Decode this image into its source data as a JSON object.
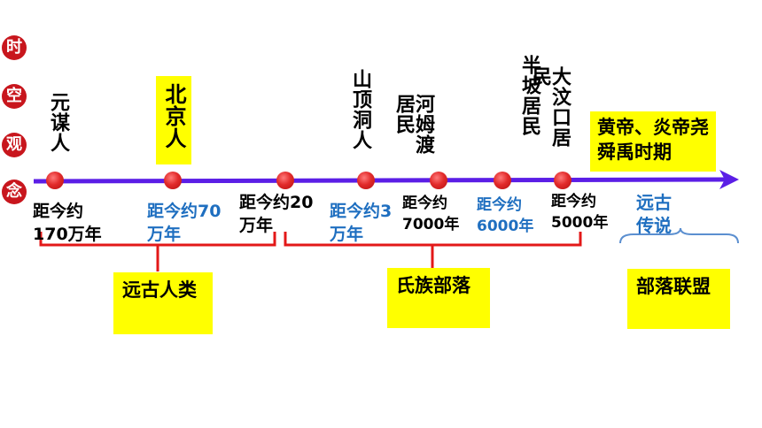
{
  "side_title": [
    "时",
    "空",
    "观",
    "念"
  ],
  "periods": {
    "yuanmou": "元谋人",
    "beijing": "北京人",
    "shanding": "山顶洞人",
    "hemudu": "河姆渡居民",
    "banpo": "半坡居民",
    "dawenkou": "大汶口居民"
  },
  "dates": {
    "d170": "距今约170万年",
    "d70": "距今约70万年",
    "d20": "距今约20万年",
    "d3": "距今约3万年",
    "d7000": "距今约7000年",
    "d6000": "距今约6000年",
    "d5000": "距今约5000年"
  },
  "legend": {
    "huangdi": "黄帝、炎帝尧舜禹时期",
    "legend_label": "远古传说"
  },
  "groups": {
    "ancient_humans": "远古人类",
    "clan_tribes": "氏族部落",
    "tribal_alliance": "部落联盟"
  },
  "colors": {
    "timeline": "#5b1ee6",
    "dot": "#e22b2b",
    "bracket": "#e31818",
    "blue_text": "#1f6fc0",
    "highlight": "#ffff00",
    "side_circle": "#c8161d"
  }
}
